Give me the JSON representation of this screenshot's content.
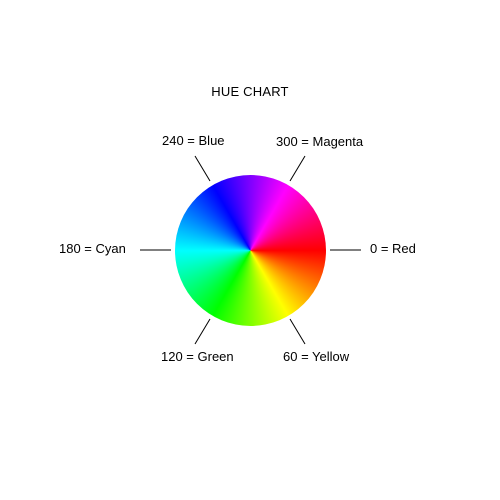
{
  "title": "HUE CHART",
  "hues": [
    {
      "label": "0 = Red",
      "color": "#ff0000"
    },
    {
      "label": "60 = Yellow",
      "color": "#ffff00"
    },
    {
      "label": "120 = Green",
      "color": "#00ff00"
    },
    {
      "label": "180 = Cyan",
      "color": "#00ffff"
    },
    {
      "label": "240 = Blue",
      "color": "#0000ff"
    },
    {
      "label": "300 = Magenta",
      "color": "#ff00ff"
    }
  ]
}
